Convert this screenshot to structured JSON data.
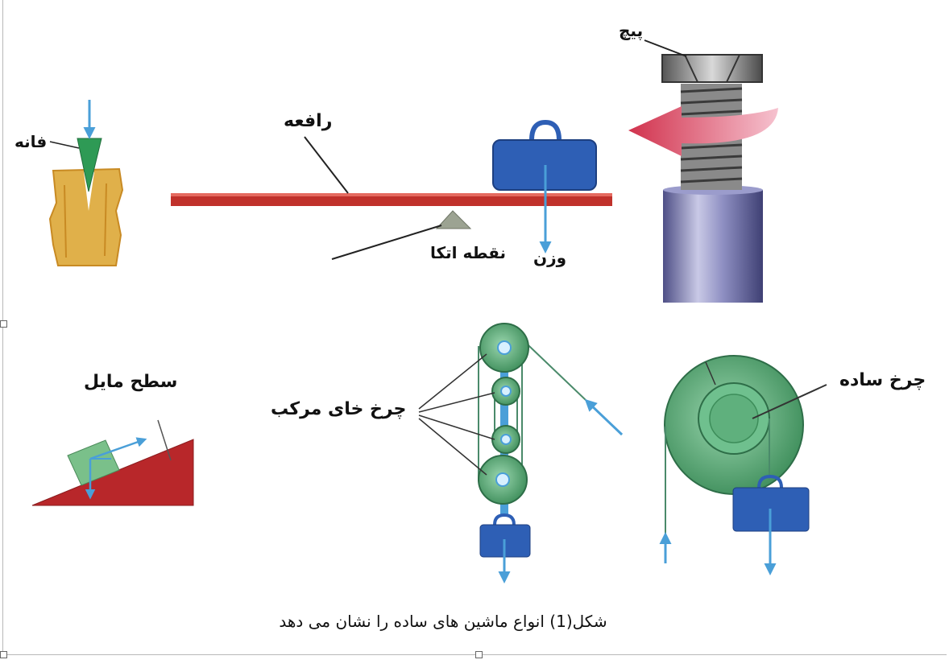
{
  "labels": {
    "wedge": "فانه",
    "lever": "رافعه",
    "fulcrum": "نقطه اتکا",
    "weight": "وزن",
    "screw": "پیچ",
    "inclined_plane": "سطح مایل",
    "compound_pulley": "چرخ خای مرکب",
    "simple_pulley": "چرخ ساده"
  },
  "caption": "شکل(1)  انواع ماشین های ساده را نشان می دهد",
  "colors": {
    "lever_red": "#c0312b",
    "weight_blue": "#2e5fb5",
    "arrow_blue": "#4a9fd8",
    "pulley_green": "#5fb07d",
    "incline_red": "#b8272a",
    "wood": "#e0b04a",
    "wedge_green": "#2e9a55",
    "screw_gray": "#7d7d7d",
    "cylinder_purple": "#6e6fa6"
  }
}
